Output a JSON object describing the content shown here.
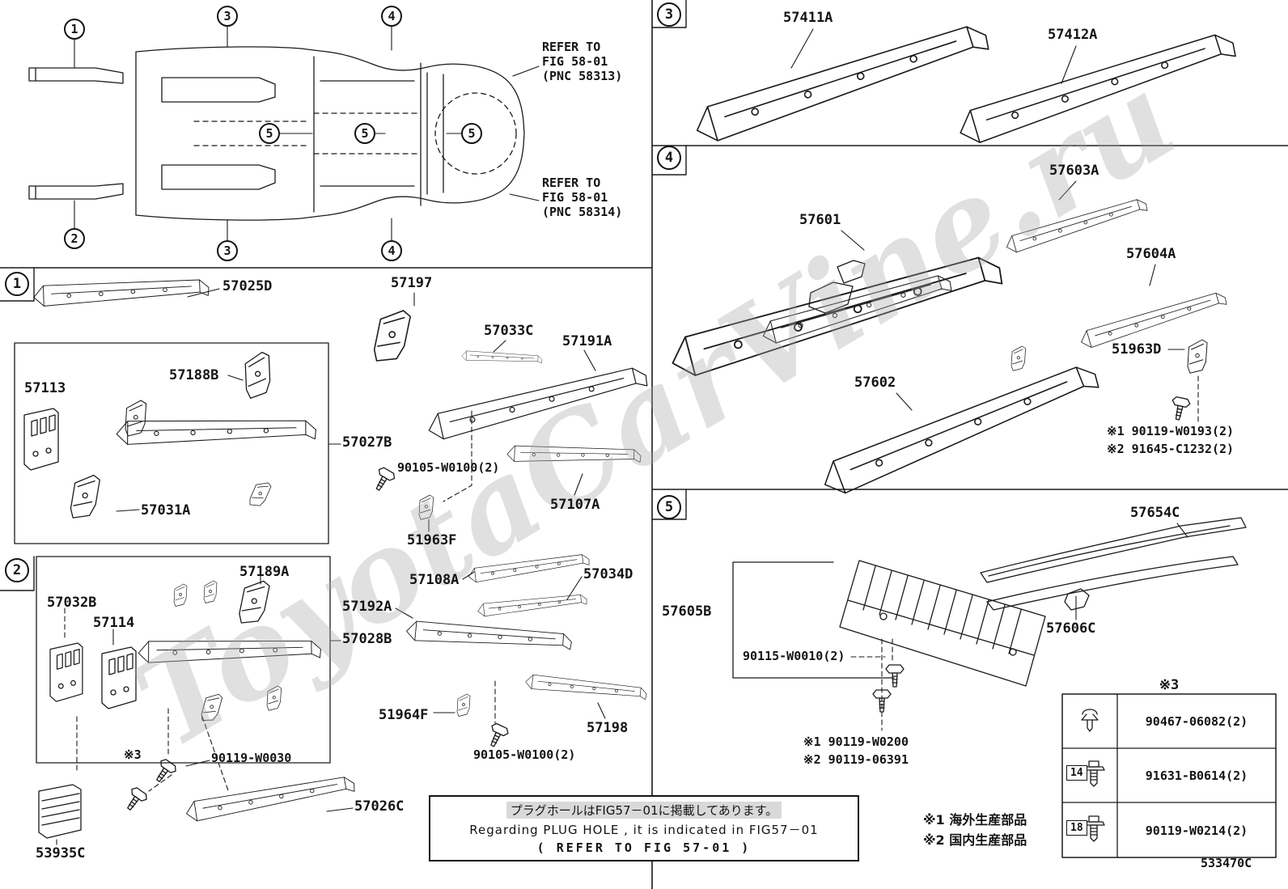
{
  "watermark": "ToyotaCarVine.ru",
  "doc_code": "533470C",
  "callout_labels": {
    "n1": "1",
    "n2": "2",
    "n3": "3",
    "n4": "4",
    "n5": "5"
  },
  "overview": {
    "refer_top_1": "REFER TO",
    "refer_top_2": "FIG 58-01",
    "refer_top_3": "(PNC 58313)",
    "refer_bot_1": "REFER TO",
    "refer_bot_2": "FIG 58-01",
    "refer_bot_3": "(PNC 58314)"
  },
  "s1": {
    "p57025D": "57025D",
    "p57197": "57197",
    "p57033C": "57033C",
    "p57191A": "57191A",
    "p57113": "57113",
    "p57188B": "57188B",
    "p57027B": "57027B",
    "p57031A": "57031A",
    "b90105": "90105-W0100(2)",
    "p51963F": "51963F",
    "p57107A": "57107A"
  },
  "s2": {
    "p57189A": "57189A",
    "p57032B": "57032B",
    "p57114": "57114",
    "p57192A": "57192A",
    "p57028B": "57028B",
    "p57108A": "57108A",
    "p57034D": "57034D",
    "p51964F": "51964F",
    "p57198": "57198",
    "ref3": "※3",
    "b90119": "90119-W0030",
    "b90105": "90105-W0100(2)",
    "p57026C": "57026C",
    "p53935C": "53935C"
  },
  "s3": {
    "p57411A": "57411A",
    "p57412A": "57412A"
  },
  "s4": {
    "p57603A": "57603A",
    "p57601": "57601",
    "p57604A": "57604A",
    "p51963D": "51963D",
    "p57602": "57602",
    "note1": "※1 90119-W0193(2)",
    "note2": "※2 91645-C1232(2)"
  },
  "s5": {
    "p57654C": "57654C",
    "p57605B": "57605B",
    "b90115": "90115-W0010(2)",
    "p57606C": "57606C",
    "note1": "※1 90119-W0200",
    "note2": "※2 90119-06391"
  },
  "table": {
    "title": "※3",
    "rows": [
      {
        "icon": "clip-icon",
        "qty": "",
        "part": "90467-06082(2)"
      },
      {
        "icon": "bolt-icon",
        "qty": "14",
        "part": "91631-B0614(2)"
      },
      {
        "icon": "bolt-icon",
        "qty": "18",
        "part": "90119-W0214(2)"
      }
    ]
  },
  "footnotes": {
    "f1": "※1 海外生産部品",
    "f2": "※2 国内生産部品"
  },
  "note_box": {
    "jp": "プラグホールはFIG57－01に掲載してあります。",
    "en": "Regarding PLUG HOLE , it is indicated in FIG57－01",
    "ref": "(  REFER TO FIG 57-01 )"
  }
}
